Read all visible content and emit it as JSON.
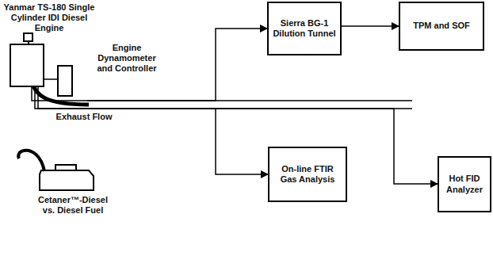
{
  "diagram": {
    "nodes": [
      {
        "text": [
          "Yanmar TS-180 Single Cylinder IDI Diesel Engine"
        ]
      },
      {
        "text": [
          "Engine Dynamometer and Controller"
        ]
      },
      {
        "text": [
          "Sierra BG-1 Dilution Tunnel"
        ]
      },
      {
        "text": [
          "TPM and SOF"
        ]
      },
      {
        "text": [
          "On-line FTIR Gas Analysis"
        ]
      },
      {
        "text": [
          "Hot FID Analyzer"
        ]
      }
    ],
    "edges": [
      {
        "from": 0,
        "to": 1,
        "arrow": "none"
      },
      {
        "from": 0,
        "to": 2,
        "arrow": "to"
      },
      {
        "from": 2,
        "to": 3,
        "arrow": "to"
      },
      {
        "from": 0,
        "to": 4,
        "arrow": "to"
      },
      {
        "from": 0,
        "to": 5,
        "arrow": "to"
      }
    ],
    "labels": [
      "Exhaust Flow",
      "Cetaner™-Diesel vs. Diesel Fuel"
    ]
  }
}
